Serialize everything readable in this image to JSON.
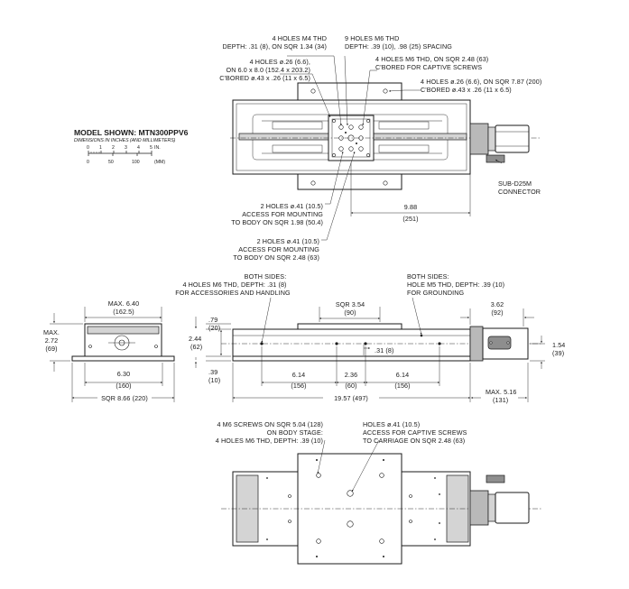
{
  "model": {
    "title": "MODEL SHOWN: MTN300PPV6",
    "subtitle": "DIMENSIONS IN INCHES (AND MILLIMETERS)",
    "scale_in_label": "IN.",
    "scale_mm_label": "(MM)",
    "scale_in_ticks": [
      "0",
      "1",
      "2",
      "3",
      "4",
      "5"
    ],
    "scale_mm_ticks": [
      "0",
      "50",
      "100"
    ]
  },
  "top_view": {
    "callout_m4": [
      "4 HOLES M4 THD",
      "DEPTH: .31 (8), ON SQR 1.34 (34)"
    ],
    "callout_m6_9": [
      "9 HOLES M6 THD",
      "DEPTH: .39 (10), .98 (25) SPACING"
    ],
    "callout_026_left": [
      "4 HOLES ø.26 (6.6),",
      "ON 6.0 x 8.0 (152.4 x 203.2)",
      "C'BORED ø.43 x .26 (11 x 6.5)"
    ],
    "callout_m6_captive": [
      "4 HOLES M6 THD, ON SQR 2.48 (63)",
      "C'BORED FOR CAPTIVE SCREWS"
    ],
    "callout_026_right": [
      "4 HOLES ø.26 (6.6), ON SQR 7.87 (200)",
      "C'BORED ø.43 x .26 (11 x 6.5)"
    ],
    "connector": [
      "SUB-D25M",
      "CONNECTOR"
    ],
    "dim_988": [
      "9.88",
      "(251)"
    ],
    "callout_041_a": [
      "2 HOLES ø.41 (10.5)",
      "ACCESS FOR MOUNTING",
      "TO BODY ON SQR 1.98 (50.4)"
    ],
    "callout_041_b": [
      "2 HOLES ø.41 (10.5)",
      "ACCESS FOR MOUNTING",
      "TO BODY ON SQR 2.48 (63)"
    ]
  },
  "end_view": {
    "max_640": [
      "MAX. 6.40",
      "(162.5)"
    ],
    "max_272": [
      "MAX.",
      "2.72",
      "(69)"
    ],
    "dim_630": [
      "6.30",
      "(160)"
    ],
    "sqr_866": "SQR 8.66 (220)"
  },
  "side_view": {
    "both_sides_left": [
      "BOTH SIDES:",
      "4 HOLES M6 THD, DEPTH: .31 (8)",
      "FOR ACCESSORIES AND HANDLING"
    ],
    "both_sides_right": [
      "BOTH SIDES:",
      "HOLE M5 THD, DEPTH: .39 (10)",
      "FOR GROUNDING"
    ],
    "sqr_354": [
      "SQR 3.54",
      "(90)"
    ],
    "dim_362": [
      "3.62",
      "(92)"
    ],
    "dim_079": [
      ".79",
      "(20)"
    ],
    "dim_244": [
      "2.44",
      "(62)"
    ],
    "dim_039": [
      ".39",
      "(10)"
    ],
    "dim_031": [
      ".31 (8)"
    ],
    "dim_154": [
      "1.54",
      "(39)"
    ],
    "dim_614_left": [
      "6.14",
      "(156)"
    ],
    "dim_236": [
      "2.36",
      "(60)"
    ],
    "dim_614_right": [
      "6.14",
      "(156)"
    ],
    "dim_1957": "19.57 (497)",
    "max_516": [
      "MAX. 5.16",
      "(131)"
    ]
  },
  "bottom_view": {
    "callout_screws": [
      "4 M6 SCREWS ON SQR 5.04 (128)",
      "ON BODY STAGE:",
      "4 HOLES M6 THD, DEPTH: .39 (10)"
    ],
    "callout_holes": [
      "HOLES ø.41 (10.5)",
      "ACCESS FOR CAPTIVE SCREWS",
      "TO CARRIAGE ON SQR 2.48 (63)"
    ]
  }
}
